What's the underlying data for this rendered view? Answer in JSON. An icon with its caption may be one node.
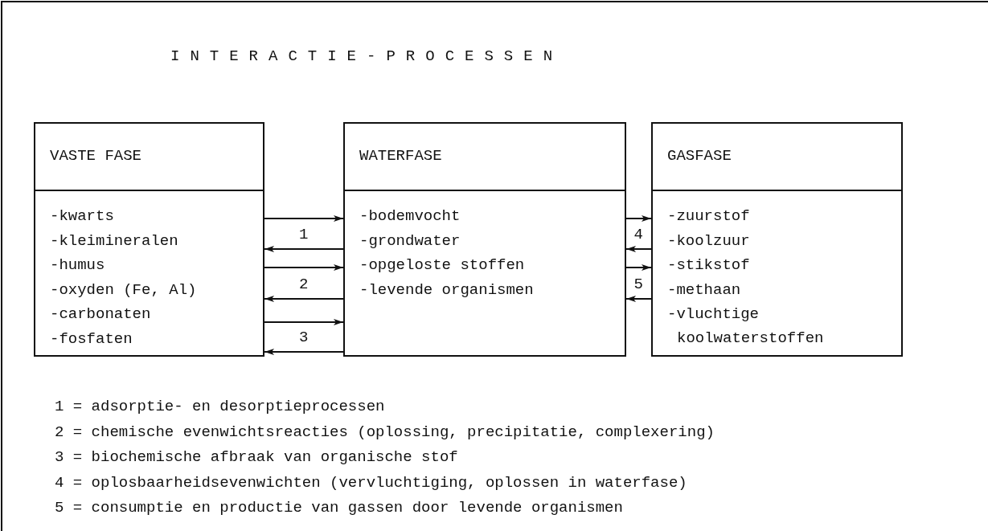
{
  "diagram": {
    "title": "INTERACTIE-PROCESSEN",
    "nodes": [
      {
        "text": [
          "VASTE FASE",
          "-kwarts",
          "-kleimineralen",
          "-humus",
          "-oxyden (Fe, Al)",
          "-carbonaten",
          "-fosfaten"
        ]
      },
      {
        "text": [
          "WATERFASE",
          "-bodemvocht",
          "-grondwater",
          "-opgeloste stoffen",
          "-levende organismen"
        ]
      },
      {
        "text": [
          "GASFASE",
          "-zuurstof",
          "-koolzuur",
          "-stikstof",
          "-methaan",
          "-vluchtige koolwaterstoffen"
        ]
      }
    ],
    "edges": [
      {
        "from": 0,
        "to": 1,
        "arrow": "to"
      },
      {
        "from": 1,
        "to": 0,
        "arrow": "to",
        "label": "1"
      },
      {
        "from": 0,
        "to": 1,
        "arrow": "to"
      },
      {
        "from": 1,
        "to": 0,
        "arrow": "to",
        "label": "2"
      },
      {
        "from": 0,
        "to": 1,
        "arrow": "to"
      },
      {
        "from": 1,
        "to": 0,
        "arrow": "to",
        "label": "3"
      },
      {
        "from": 1,
        "to": 2,
        "arrow": "to"
      },
      {
        "from": 2,
        "to": 1,
        "arrow": "to",
        "label": "4"
      },
      {
        "from": 1,
        "to": 2,
        "arrow": "to"
      },
      {
        "from": 2,
        "to": 1,
        "arrow": "to",
        "label": "5"
      }
    ],
    "labels": [
      "1 = adsorptie- en desorptieprocessen",
      "2 = chemische evenwichtsreacties (oplossing, precipitatie, complexering)",
      "3 = biochemische afbraak van organische stof",
      "4 = oplosbaarheidsevenwichten (vervluchtiging, oplossen in waterfase)",
      "5 = consumptie en productie van gassen door levende organismen"
    ]
  }
}
